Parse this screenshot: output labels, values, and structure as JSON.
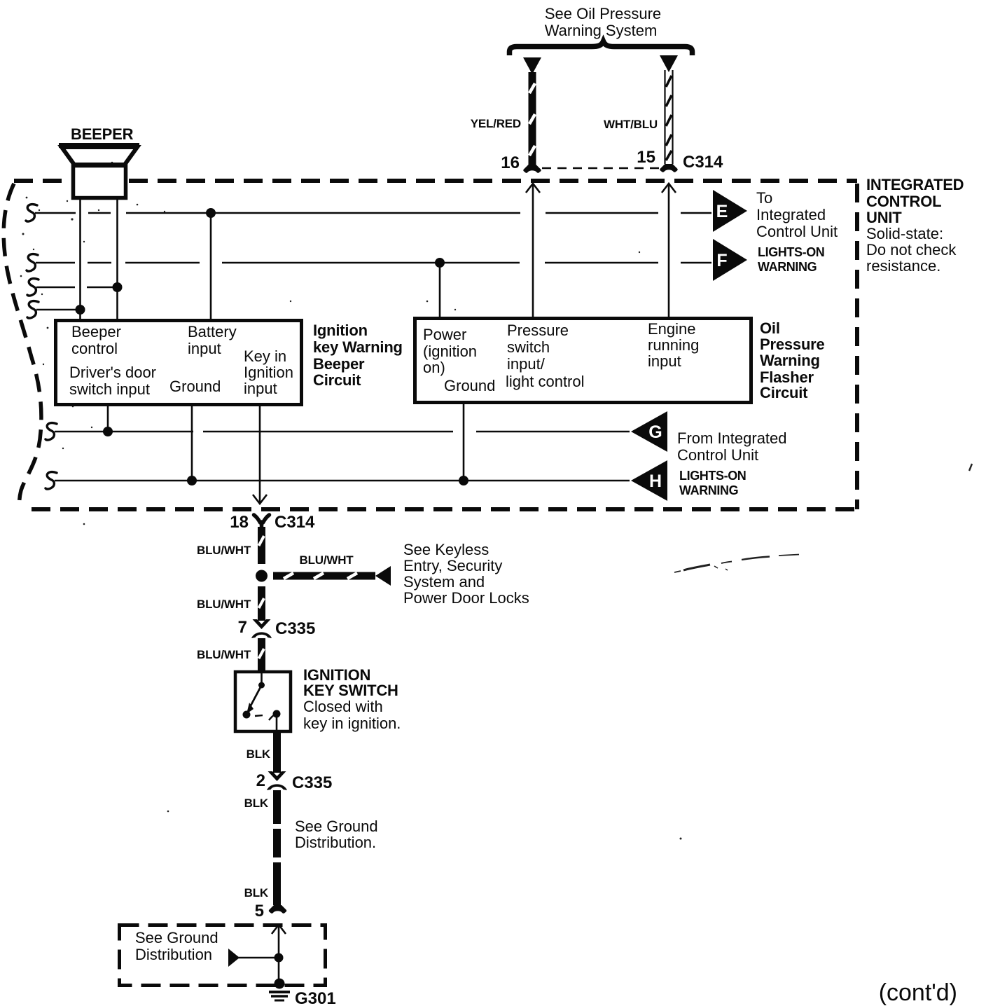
{
  "page": {
    "continued": "(cont'd)"
  },
  "top": {
    "reference": [
      "See Oil Pressure",
      "Warning System"
    ],
    "left_wire_color": "YEL/RED",
    "right_wire_color": "WHT/BLU",
    "left_pin": "16",
    "right_pin": "15",
    "connector": "C314"
  },
  "icu": {
    "name": [
      "INTEGRATED",
      "CONTROL",
      "UNIT"
    ],
    "note": [
      "Solid-state:",
      "Do not check",
      "resistance."
    ]
  },
  "beeper": {
    "label": "BEEPER"
  },
  "beeper_circuit": {
    "name": [
      "Ignition",
      "key Warning",
      "Beeper",
      "Circuit"
    ],
    "ports": {
      "beeper_control": [
        "Beeper",
        "control"
      ],
      "battery_input": [
        "Battery",
        "input"
      ],
      "key_in_ignition": [
        "Key in",
        "Ignition",
        "input"
      ],
      "drivers_door": [
        "Driver's door",
        "switch input"
      ],
      "ground": "Ground"
    }
  },
  "flasher_circuit": {
    "name": [
      "Oil",
      "Pressure",
      "Warning",
      "Flasher",
      "Circuit"
    ],
    "ports": {
      "power": [
        "Power",
        "(ignition",
        "on)"
      ],
      "ground": "Ground",
      "pressure_switch": [
        "Pressure",
        "switch",
        "input/",
        "light control"
      ],
      "engine_running": [
        "Engine",
        "running",
        "input"
      ]
    }
  },
  "arrows": {
    "e": "E",
    "f": "F",
    "g": "G",
    "h": "H",
    "to_icu": [
      "To",
      "Integrated",
      "Control Unit"
    ],
    "from_icu": [
      "From Integrated",
      "Control Unit"
    ],
    "lights_on": [
      "LIGHTS-ON",
      "WARNING"
    ]
  },
  "middle": {
    "pin18": "18",
    "connector_c314": "C314",
    "wire_color": "BLU/WHT",
    "see_keyless": [
      "See Keyless",
      "Entry, Security",
      "System and",
      "Power Door Locks"
    ],
    "pin7": "7",
    "connector_c335": "C335"
  },
  "ignition_key_switch": {
    "name": [
      "IGNITION",
      "KEY SWITCH"
    ],
    "note": [
      "Closed with",
      "key in ignition."
    ]
  },
  "bottom": {
    "wire_color": "BLK",
    "pin2": "2",
    "connector_c335": "C335",
    "see_ground": [
      "See Ground",
      "Distribution."
    ],
    "pin5": "5",
    "ground_box": [
      "See Ground",
      "Distribution"
    ],
    "ground_id": "G301"
  },
  "colors": {
    "ink": "#0a0a0a",
    "paper": "#ffffff"
  }
}
